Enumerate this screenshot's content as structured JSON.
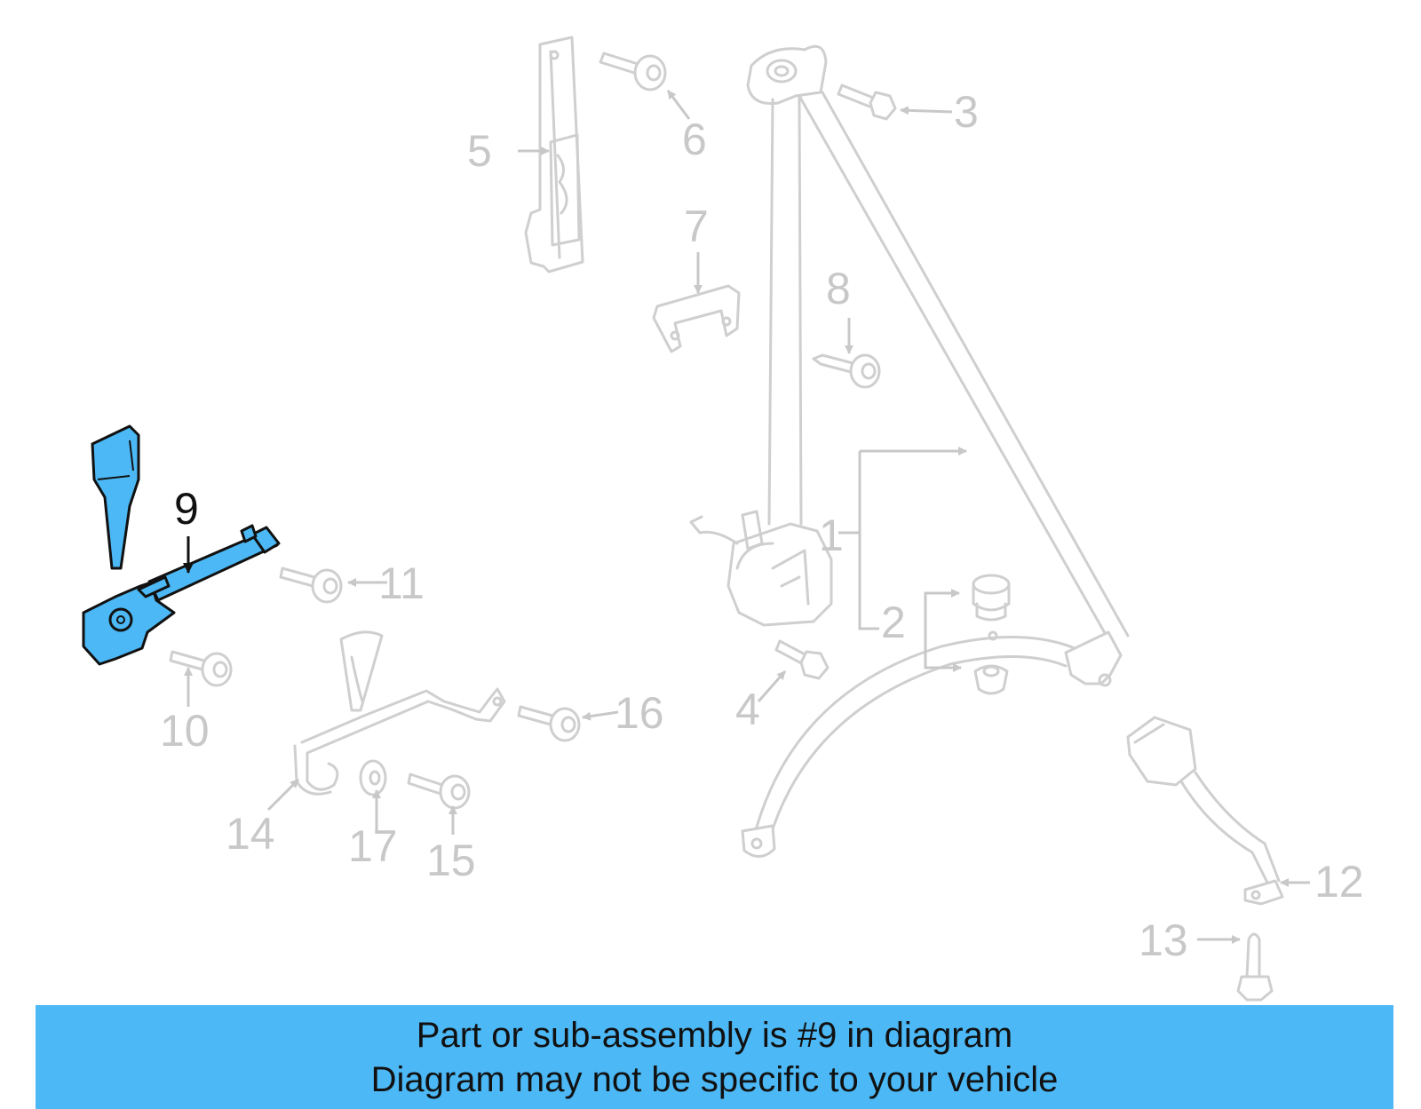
{
  "callouts": {
    "c1": "1",
    "c2": "2",
    "c3": "3",
    "c4": "4",
    "c5": "5",
    "c6": "6",
    "c7": "7",
    "c8": "8",
    "c9": "9",
    "c10": "10",
    "c11": "11",
    "c12": "12",
    "c13": "13",
    "c14": "14",
    "c15": "15",
    "c16": "16",
    "c17": "17"
  },
  "highlighted_part": "9",
  "colors": {
    "highlight": "#4cb8f5",
    "ghost": "#cfcfcf",
    "ink": "#111111"
  },
  "banner": {
    "line1": "Part or sub-assembly is #9 in diagram",
    "line2": "Diagram may not be specific to your vehicle"
  }
}
